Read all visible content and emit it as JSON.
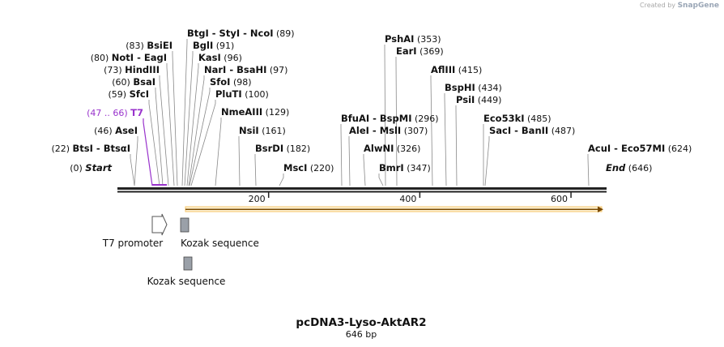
{
  "credit": {
    "prefix": "Created by",
    "brand": "SnapGene"
  },
  "map": {
    "title": "pcDNA3-Lyso-AktAR2",
    "length_label": "646 bp",
    "length_bp": 646,
    "ticks": [
      {
        "value": 200,
        "label": "200"
      },
      {
        "value": 400,
        "label": "400"
      },
      {
        "value": 600,
        "label": "600"
      }
    ]
  },
  "colors": {
    "backbone": "#222222",
    "leader": "#888888",
    "t7": "#9933cc",
    "orf_fill": "#f5a623",
    "orf_stroke": "#8a5a00",
    "kozak": "#9aa0a8"
  },
  "sites": [
    {
      "name": "Start",
      "pos": "(0)",
      "bp": 0,
      "italic": true,
      "pos_first": true
    },
    {
      "name": "BtsI  -  BtsαI",
      "pos": "(22)",
      "bp": 22,
      "pos_first": true
    },
    {
      "name": "AseI",
      "pos": "(46)",
      "bp": 46,
      "pos_first": true
    },
    {
      "name": "T7",
      "pos": "(47 .. 66)",
      "bp": 56,
      "pos_first": true,
      "purple": true
    },
    {
      "name": "SfcI",
      "pos": "(59)",
      "bp": 59,
      "pos_first": true
    },
    {
      "name": "BsaI",
      "pos": "(60)",
      "bp": 60,
      "pos_first": true
    },
    {
      "name": "HindIII",
      "pos": "(73)",
      "bp": 73,
      "pos_first": true
    },
    {
      "name": "NotI  -  EagI",
      "pos": "(80)",
      "bp": 80,
      "pos_first": true
    },
    {
      "name": "BsiEI",
      "pos": "(83)",
      "bp": 83,
      "pos_first": true
    },
    {
      "name": "BtgI  -  StyI  -  NcoI",
      "pos": "(89)",
      "bp": 89
    },
    {
      "name": "BglI",
      "pos": "(91)",
      "bp": 91
    },
    {
      "name": "KasI",
      "pos": "(96)",
      "bp": 96
    },
    {
      "name": "NarI  -  BsaHI",
      "pos": "(97)",
      "bp": 97
    },
    {
      "name": "SfoI",
      "pos": "(98)",
      "bp": 98
    },
    {
      "name": "PluTI",
      "pos": "(100)",
      "bp": 100
    },
    {
      "name": "NmeAIII",
      "pos": "(129)",
      "bp": 129
    },
    {
      "name": "NsiI",
      "pos": "(161)",
      "bp": 161
    },
    {
      "name": "BsrDI",
      "pos": "(182)",
      "bp": 182
    },
    {
      "name": "MscI",
      "pos": "(220)",
      "bp": 220
    },
    {
      "name": "BfuAI  -  BspMI",
      "pos": "(296)",
      "bp": 296
    },
    {
      "name": "AleI  -  MslI",
      "pos": "(307)",
      "bp": 307
    },
    {
      "name": "AlwNI",
      "pos": "(326)",
      "bp": 326
    },
    {
      "name": "BmrI",
      "pos": "(347)",
      "bp": 347
    },
    {
      "name": "PshAI",
      "pos": "(353)",
      "bp": 353
    },
    {
      "name": "EarI",
      "pos": "(369)",
      "bp": 369
    },
    {
      "name": "AflIII",
      "pos": "(415)",
      "bp": 415
    },
    {
      "name": "BspHI",
      "pos": "(434)",
      "bp": 434
    },
    {
      "name": "PsiI",
      "pos": "(449)",
      "bp": 449
    },
    {
      "name": "Eco53kI",
      "pos": "(485)",
      "bp": 485
    },
    {
      "name": "SacI  -  BanII",
      "pos": "(487)",
      "bp": 487
    },
    {
      "name": "AcuI  -  Eco57MI",
      "pos": "(624)",
      "bp": 624
    },
    {
      "name": "End",
      "pos": "(646)",
      "bp": 646,
      "italic": true
    }
  ],
  "features": [
    {
      "label": "T7 promoter",
      "kind": "promoter"
    },
    {
      "label": "Kozak sequence",
      "kind": "kozak"
    },
    {
      "label": "Kozak sequence",
      "kind": "kozak"
    }
  ]
}
